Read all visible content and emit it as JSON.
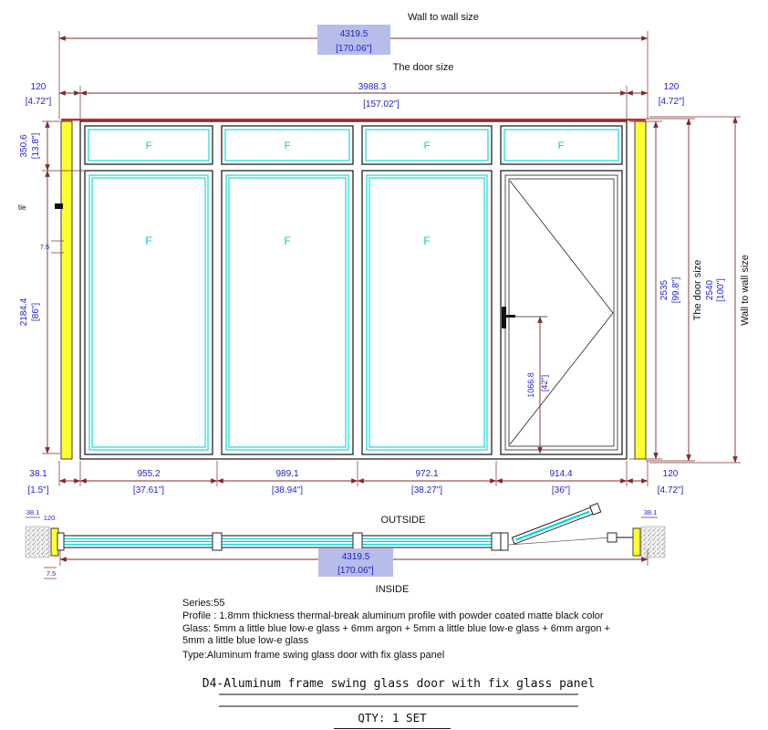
{
  "colors": {
    "dim_line": "#7d2b2b",
    "dim_text": "#1f1fcf",
    "highlight": "#b6bde9",
    "glass_cyan": "#00d8d8",
    "profile_yellow": "#ffff33",
    "top_red": "#cc2a2a"
  },
  "top_dims": {
    "wall_label": "Wall to wall size",
    "wall_mm": "4319.5",
    "wall_in": "[170.06\"]",
    "door_label": "The door size",
    "door_mm": "3988.3",
    "door_in": "[157.02\"]",
    "left_mm": "120",
    "left_in": "[4.72\"]",
    "right_mm": "120",
    "right_in": "[4.72\"]"
  },
  "left_dims": {
    "transom_mm": "350.6",
    "transom_in": "[13.8\"]",
    "tie_note": "tie",
    "gap_mm": "7.5",
    "panel_mm": "2184.4",
    "panel_in": "[86\"]",
    "sill_mm": "38.1",
    "sill_in": "[1.5\"]"
  },
  "right_dims": {
    "frame_mm": "2535",
    "frame_in": "[99.8\"]",
    "door_label": "The door size",
    "door_mm": "2540",
    "door_in": "[100\"]",
    "wall_label": "Wall to wall size"
  },
  "elevation": {
    "transom_marks": [
      "F",
      "F",
      "F",
      "F"
    ],
    "fixed_marks": [
      "F",
      "F",
      "F"
    ],
    "handle_mm": "1066.8",
    "handle_in": "[42\"]"
  },
  "bottom_dims": {
    "widths": [
      {
        "mm": "955.2",
        "inch": "[37.61\"]"
      },
      {
        "mm": "989.1",
        "inch": "[38.94\"]"
      },
      {
        "mm": "972.1",
        "inch": "[38.27\"]"
      },
      {
        "mm": "914.4",
        "inch": "[36\"]"
      }
    ],
    "right_mm": "120",
    "right_in": "[4.72\"]"
  },
  "plan": {
    "outside_label": "OUTSIDE",
    "inside_label": "INSIDE",
    "left_wall_mm": "38.1",
    "left_gap_mm": "120",
    "right_wall_mm": "38.1",
    "reveal_mm": "7.5",
    "total_mm": "4319.5",
    "total_in": "[170.06\"]"
  },
  "specs": {
    "series": "Series:55",
    "profile": "Profile : 1.8mm thickness thermal-break aluminum profile with powder coated matte black color",
    "glass_line1": "Glass:  5mm a little blue low-e glass + 6mm argon + 5mm a little blue low-e glass + 6mm argon +",
    "glass_line2": "5mm a little blue low-e glass",
    "type": "Type:Aluminum frame swing glass door with fix glass panel"
  },
  "title_block": {
    "title": "D4-Aluminum frame swing glass door with fix glass panel",
    "qty": "QTY: 1 SET"
  }
}
